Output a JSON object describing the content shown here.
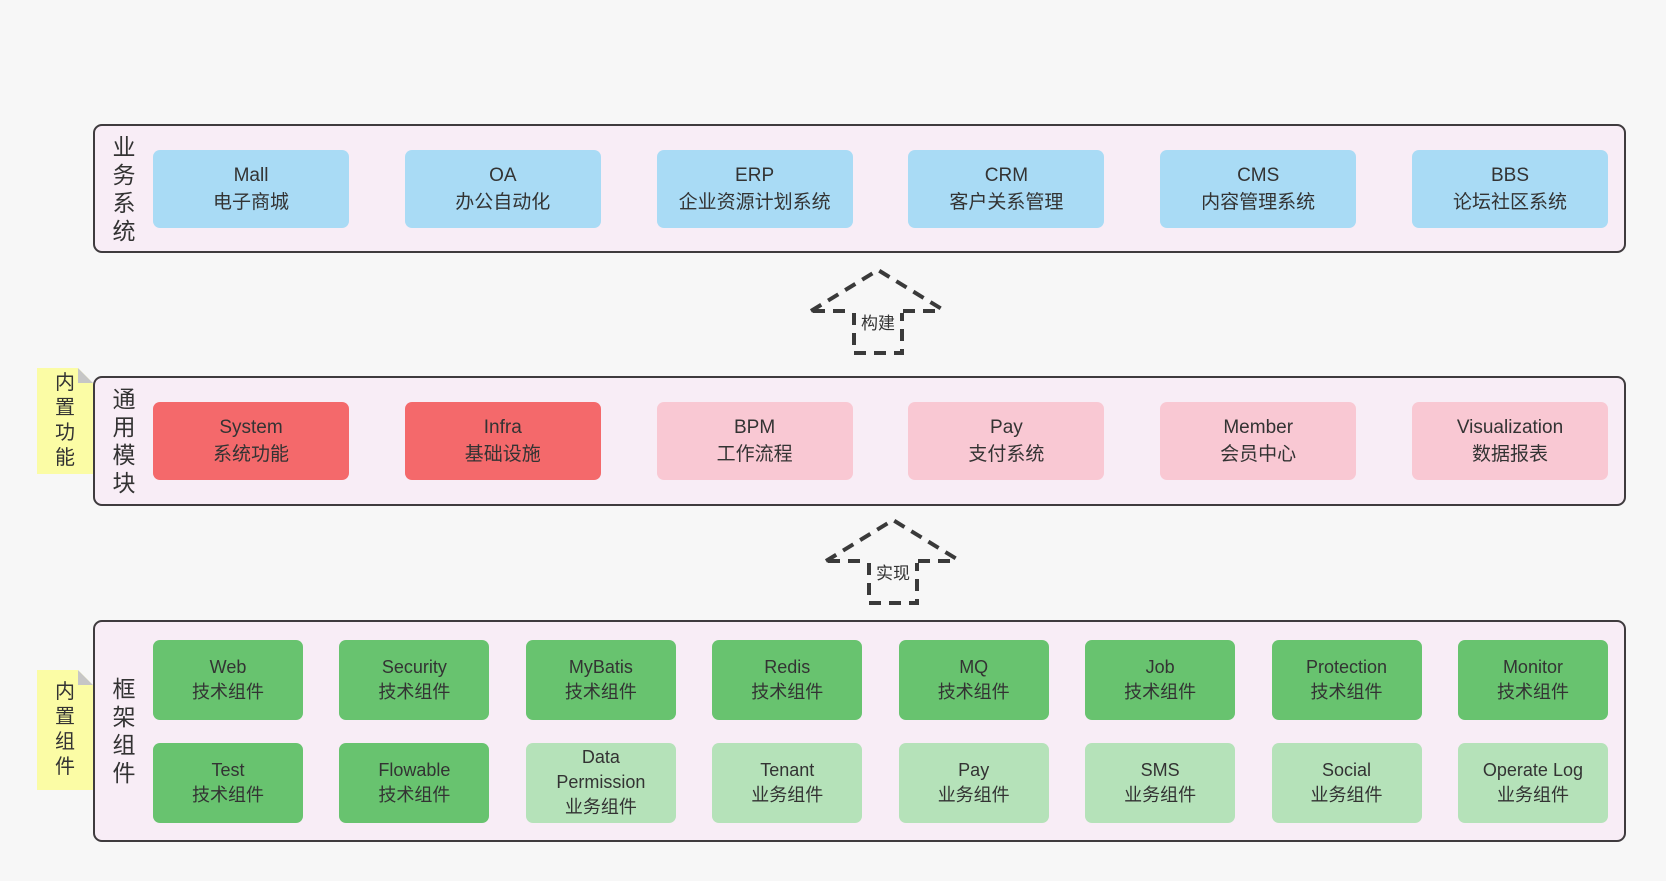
{
  "colors": {
    "page_bg": "#f7f7f7",
    "layer_bg": "#f8edf6",
    "layer_border": "#3f3b3e",
    "node_blue": "#a9dbf5",
    "node_red": "#f4696b",
    "node_pink": "#f9c8d3",
    "node_green": "#68c36f",
    "node_light_green": "#b5e2b9",
    "sticky_yellow": "#fbfca5",
    "sticky_fold": "#c6c6c6",
    "arrow": "#3a3a3a",
    "text": "#333333"
  },
  "layers": [
    {
      "id": "business-systems",
      "side_label": "业务系统",
      "rows": [
        [
          {
            "name": "Mall",
            "desc": "电子商城",
            "type": "blue"
          },
          {
            "name": "OA",
            "desc": "办公自动化",
            "type": "blue"
          },
          {
            "name": "ERP",
            "desc": "企业资源计划系统",
            "type": "blue"
          },
          {
            "name": "CRM",
            "desc": "客户关系管理",
            "type": "blue"
          },
          {
            "name": "CMS",
            "desc": "内容管理系统",
            "type": "blue"
          },
          {
            "name": "BBS",
            "desc": "论坛社区系统",
            "type": "blue"
          }
        ]
      ]
    },
    {
      "id": "common-modules",
      "side_label": "通用模块",
      "sticky_note": "内置功能",
      "rows": [
        [
          {
            "name": "System",
            "desc": "系统功能",
            "type": "red"
          },
          {
            "name": "Infra",
            "desc": "基础设施",
            "type": "red"
          },
          {
            "name": "BPM",
            "desc": "工作流程",
            "type": "pink"
          },
          {
            "name": "Pay",
            "desc": "支付系统",
            "type": "pink"
          },
          {
            "name": "Member",
            "desc": "会员中心",
            "type": "pink"
          },
          {
            "name": "Visualization",
            "desc": "数据报表",
            "type": "pink"
          }
        ]
      ]
    },
    {
      "id": "framework-components",
      "side_label": "框架组件",
      "sticky_note": "内置组件",
      "rows": [
        [
          {
            "name": "Web",
            "desc": "技术组件",
            "type": "green"
          },
          {
            "name": "Security",
            "desc": "技术组件",
            "type": "green"
          },
          {
            "name": "MyBatis",
            "desc": "技术组件",
            "type": "green"
          },
          {
            "name": "Redis",
            "desc": "技术组件",
            "type": "green"
          },
          {
            "name": "MQ",
            "desc": "技术组件",
            "type": "green"
          },
          {
            "name": "Job",
            "desc": "技术组件",
            "type": "green"
          },
          {
            "name": "Protection",
            "desc": "技术组件",
            "type": "green"
          },
          {
            "name": "Monitor",
            "desc": "技术组件",
            "type": "green"
          }
        ],
        [
          {
            "name": "Test",
            "desc": "技术组件",
            "type": "green"
          },
          {
            "name": "Flowable",
            "desc": "技术组件",
            "type": "green"
          },
          {
            "name": "Data Permission",
            "desc": "业务组件",
            "type": "light-green"
          },
          {
            "name": "Tenant",
            "desc": "业务组件",
            "type": "light-green"
          },
          {
            "name": "Pay",
            "desc": "业务组件",
            "type": "light-green"
          },
          {
            "name": "SMS",
            "desc": "业务组件",
            "type": "light-green"
          },
          {
            "name": "Social",
            "desc": "业务组件",
            "type": "light-green"
          },
          {
            "name": "Operate Log",
            "desc": "业务组件",
            "type": "light-green"
          }
        ]
      ]
    }
  ],
  "arrows": [
    {
      "label": "构建"
    },
    {
      "label": "实现"
    }
  ]
}
